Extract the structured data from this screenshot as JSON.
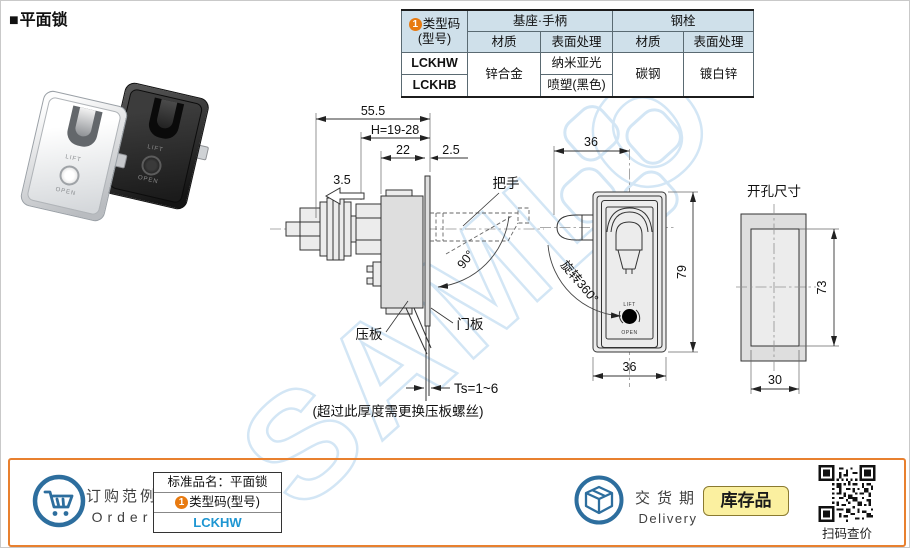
{
  "page": {
    "title_marker": "■",
    "title": "平面锁"
  },
  "spec_table": {
    "type_badge": "1",
    "type_line1": "类型码",
    "type_line2": "(型号)",
    "group_base": "基座·手柄",
    "group_bolt": "钢栓",
    "col_material1": "材质",
    "col_surface1": "表面处理",
    "col_material2": "材质",
    "col_surface2": "表面处理",
    "model_w": "LCKHW",
    "model_b": "LCKHB",
    "base_material": "锌合金",
    "surface_w": "纳米亚光",
    "surface_b": "喷塑(黑色)",
    "bolt_material": "碳钢",
    "bolt_surface": "镀白锌"
  },
  "photos": {
    "lift": "LIFT",
    "open": "OPEN"
  },
  "side_view": {
    "dim_total": "55.5",
    "dim_h": "H=19-28",
    "dim_depth": "22",
    "dim_gap": "2.5",
    "dim_stroke": "3.5",
    "handle_label": "把手",
    "angle_label": "90°",
    "pressure_plate_label": "压板",
    "door_panel_label": "门板",
    "thickness_label": "Ts=1~6",
    "note": "(超过此厚度需更换压板螺丝)"
  },
  "front_view": {
    "dim_top": "36",
    "dim_side": "79",
    "dim_bottom": "36",
    "rotate_label": "旋转360°",
    "lift": "LIFT",
    "open": "OPEN"
  },
  "hole_view": {
    "title": "开孔尺寸",
    "dim_height": "73",
    "dim_width": "30"
  },
  "watermark": {
    "text": "SAMLO"
  },
  "order_section": {
    "title_cn": "订购范例",
    "title_en": "Order",
    "row_product": "标准品名：平面锁",
    "row_badge": "1",
    "row_type": "类型码(型号)",
    "row_model": "LCKHW"
  },
  "delivery_section": {
    "title_cn": "交货期",
    "title_en": "Delivery",
    "stock_label": "库存品",
    "qr_caption": "扫码查价"
  },
  "colors": {
    "accent_orange": "#e8802f",
    "badge_orange": "#e87a10",
    "header_blue": "#cfe0ea",
    "link_blue": "#1e96d2",
    "icon_blue": "#2d6e9e",
    "stock_yellow": "#fbf0a0",
    "watermark_blue": "#d3e6f5"
  }
}
